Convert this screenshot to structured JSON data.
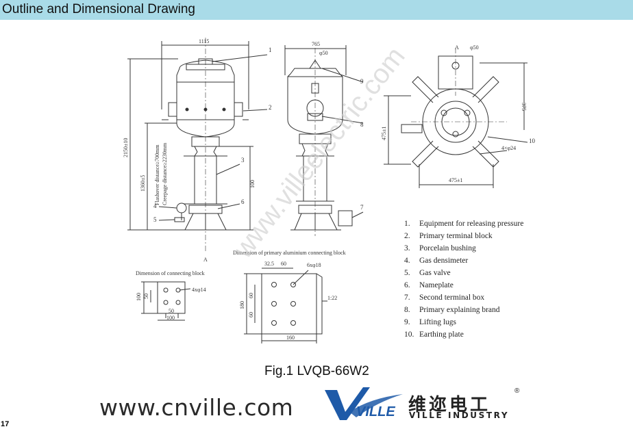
{
  "header": {
    "title": "Outline and Dimensional Drawing"
  },
  "figure": {
    "caption": "Fig.1 LVQB-66W2",
    "front_view": {
      "dims": [
        "1115",
        "2150±10",
        "1360±5",
        "100"
      ],
      "notes": [
        "Flashover distance≥700mm",
        "Creepage distance≥2230mm"
      ],
      "callouts": [
        "1",
        "2",
        "3",
        "4",
        "5",
        "6",
        "A"
      ]
    },
    "side_view": {
      "dims": [
        "765",
        "φ50"
      ],
      "callouts": [
        "7",
        "8",
        "9"
      ]
    },
    "top_view": {
      "dims": [
        "A",
        "φ50",
        "375",
        "475±1",
        "475±1",
        "4×φ24"
      ],
      "callouts": [
        "10"
      ]
    },
    "connecting_block": {
      "title": "Dimension of connecting block",
      "dims": [
        "100",
        "50",
        "50",
        "100",
        "4xφ14"
      ]
    },
    "primary_block": {
      "title": "Dimension of primary aluminium connecting block",
      "dims": [
        "32.5",
        "60",
        "6xφ18",
        "180",
        "60",
        "60",
        "1:22",
        "160"
      ]
    },
    "legend": [
      {
        "num": "1.",
        "label": "Equipment for releasing pressure"
      },
      {
        "num": "2.",
        "label": "Primary terminal block"
      },
      {
        "num": "3.",
        "label": "Porcelain bushing"
      },
      {
        "num": "4.",
        "label": "Gas densimeter"
      },
      {
        "num": "5.",
        "label": "Gas valve"
      },
      {
        "num": "6.",
        "label": "Nameplate"
      },
      {
        "num": "7.",
        "label": "Second terminal box"
      },
      {
        "num": "8.",
        "label": "Primary explaining brand"
      },
      {
        "num": "9.",
        "label": "Lifting lugs"
      },
      {
        "num": "10.",
        "label": "Earthing plate"
      }
    ],
    "watermark": "www.villeelectric.com"
  },
  "footer": {
    "website": "www.cnville.com",
    "logo_text": "VILLE",
    "brand_cn": "维迩电工",
    "brand_en": "VILLE INDUSTRY",
    "registered": "®",
    "page_number": "17"
  },
  "colors": {
    "title_bar": "#a9dbe8",
    "logo_blue": "#1e5aa8",
    "watermark": "#cccccc"
  }
}
